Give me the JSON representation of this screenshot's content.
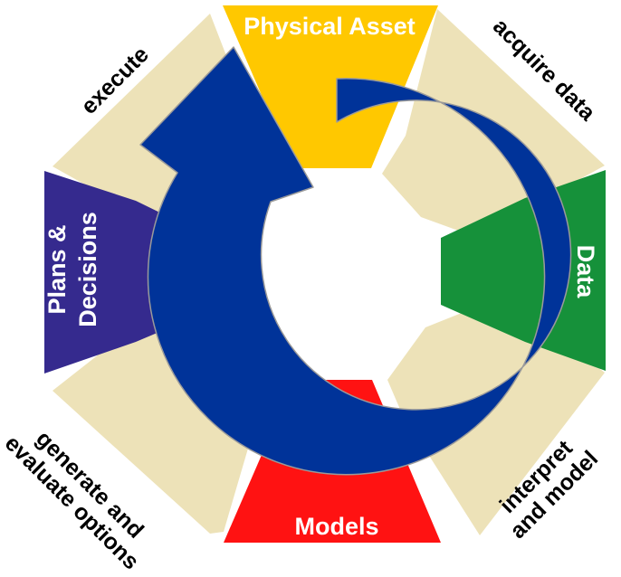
{
  "diagram": {
    "stages": {
      "physical_asset": {
        "label": "Physical Asset",
        "color": "#FFC800"
      },
      "data": {
        "label": "Data",
        "color": "#16913A"
      },
      "models": {
        "label": "Models",
        "color": "#FF1212"
      },
      "plans_decisions": {
        "lines": [
          "Plans &",
          "Decisions"
        ],
        "color": "#352A8E"
      }
    },
    "transitions": {
      "acquire_data": {
        "label": "acquire data"
      },
      "interpret_model": {
        "lines": [
          "interpret",
          "and model"
        ]
      },
      "generate_evaluate": {
        "lines": [
          "generate and",
          "evaluate options"
        ]
      },
      "execute": {
        "label": "execute"
      }
    },
    "colors": {
      "transition_fill": "#EDE2B8",
      "cycle_arrow": "#003399",
      "background": "#FFFFFF"
    },
    "icons": {
      "cycle": "clockwise-cycle-arrow"
    }
  }
}
